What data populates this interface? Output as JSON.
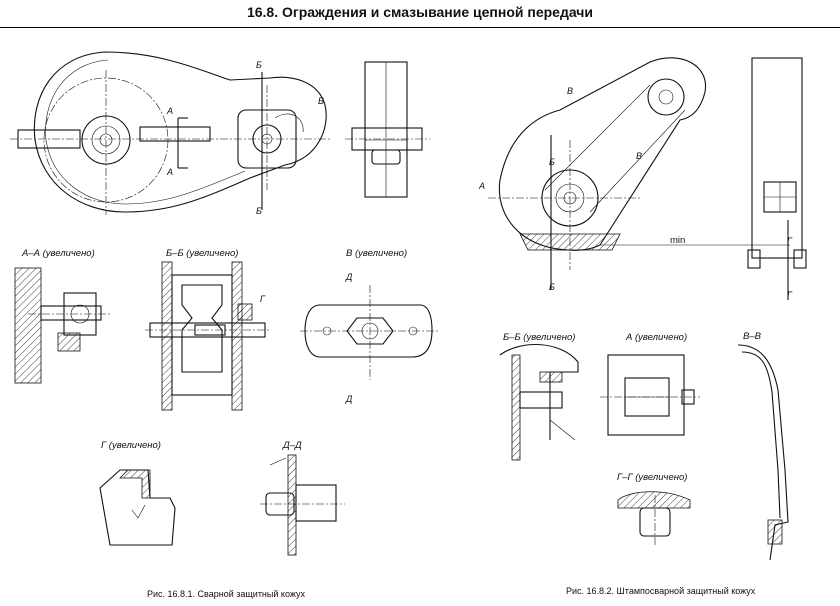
{
  "page": {
    "title": "16.8. Ограждения и смазывание цепной передачи"
  },
  "fig1": {
    "caption": "Рис. 16.8.1. Сварной защитный кожух",
    "views": {
      "aa": "А–А (увеличено)",
      "bb": "Б–Б (увеличено)",
      "v": "В (увеличено)",
      "g": "Г (увеличено)",
      "dd": "Д–Д"
    },
    "marks": {
      "a": "А",
      "b": "Б",
      "v": "В",
      "g": "Г",
      "d": "Д"
    }
  },
  "fig2": {
    "caption": "Рис. 16.8.2. Штампосварной защитный кожух",
    "views": {
      "bb": "Б–Б (увеличено)",
      "a": "А (увеличено)",
      "gg": "Г–Г (увеличено)",
      "vv": "В–В"
    },
    "marks": {
      "a": "А",
      "b": "Б",
      "v": "В",
      "g": "Г",
      "min": "min"
    }
  }
}
